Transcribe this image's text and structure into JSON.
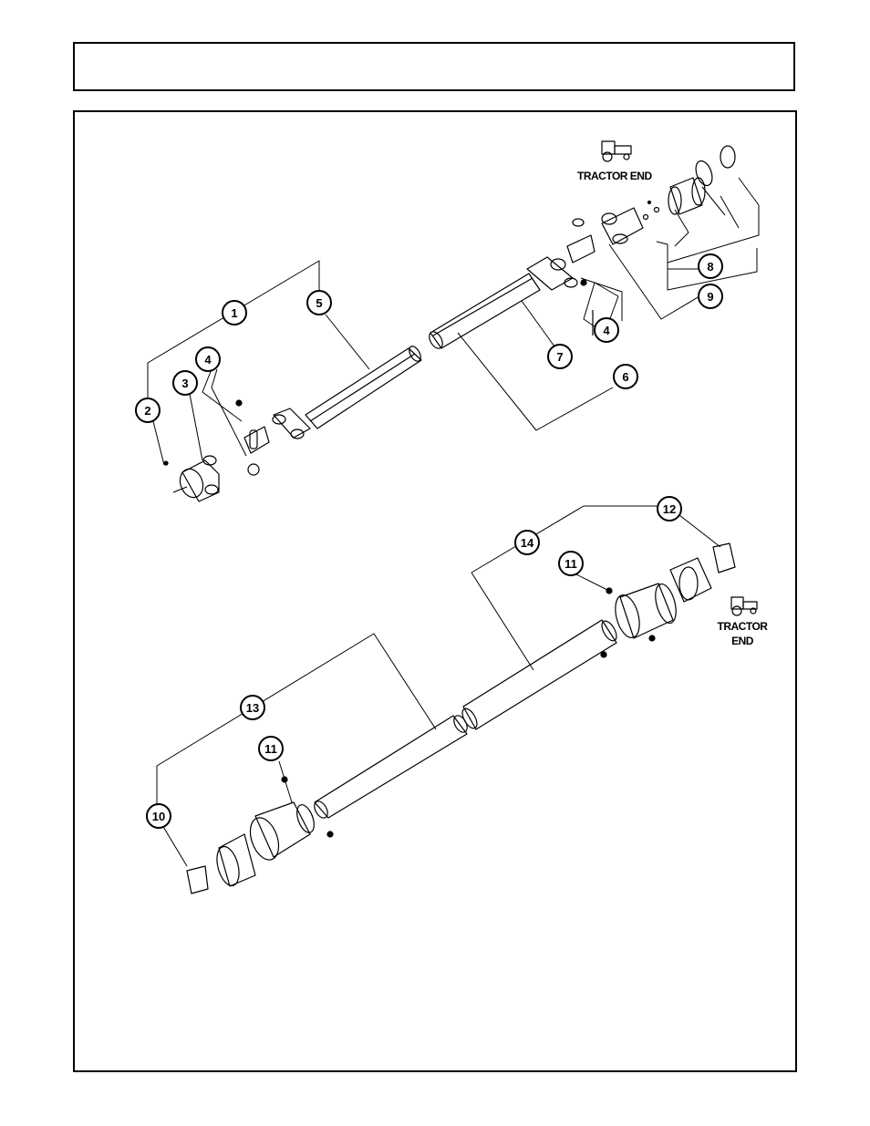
{
  "header": {
    "title": ""
  },
  "diagram": {
    "top_label": "TRACTOR END",
    "bottom_label_line1": "TRACTOR",
    "bottom_label_line2": "END",
    "callouts": [
      "1",
      "2",
      "3",
      "4",
      "4",
      "5",
      "6",
      "7",
      "8",
      "9",
      "10",
      "11",
      "11",
      "12",
      "13",
      "14"
    ]
  }
}
